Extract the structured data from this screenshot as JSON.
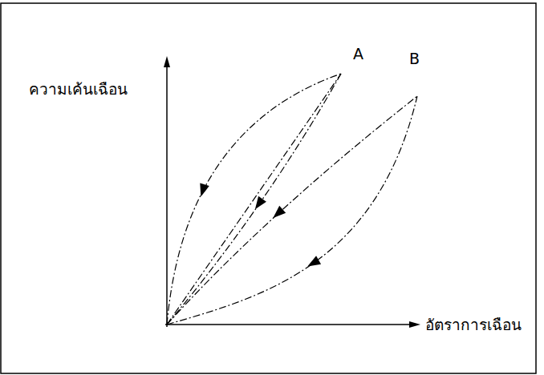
{
  "diagram": {
    "labels": [
      "ความเค้นเฉือน",
      "A",
      "B",
      "อัตราการเฉือน"
    ]
  }
}
